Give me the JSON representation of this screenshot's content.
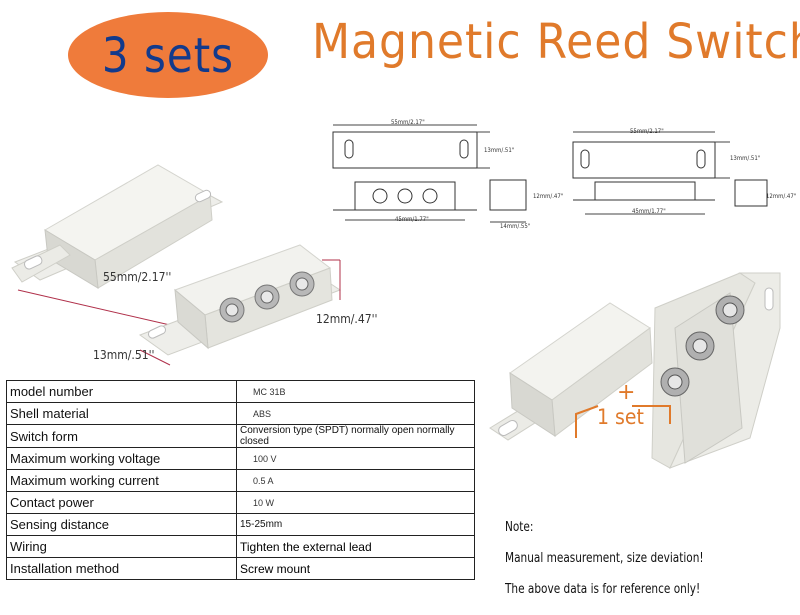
{
  "badge": {
    "text": "3 sets"
  },
  "title": "Magnetic Reed Switch",
  "photo_dims": {
    "length": "55mm/2.17''",
    "height": "12mm/.47''",
    "width": "13mm/.51''"
  },
  "drawing_dims": {
    "d55": "55mm/2.17\"",
    "d13": "13mm/.51\"",
    "d12": "12mm/.47\"",
    "d45": "45mm/1.77\"",
    "d14": "14mm/.55\""
  },
  "callout": {
    "plus": "+",
    "text": "1 set"
  },
  "spec_table": [
    {
      "key": "model number",
      "value": "MC 31B",
      "style": "small"
    },
    {
      "key": "Shell material",
      "value": "ABS",
      "style": "small"
    },
    {
      "key": "Switch form",
      "value": "Conversion type (SPDT) normally open normally closed",
      "style": "mid"
    },
    {
      "key": "Maximum working voltage",
      "value": "100 V",
      "style": "small"
    },
    {
      "key": "Maximum working current",
      "value": "0.5 A",
      "style": "small"
    },
    {
      "key": "Contact power",
      "value": "10 W",
      "style": "small"
    },
    {
      "key": "Sensing distance",
      "value": "15-25mm",
      "style": "mid"
    },
    {
      "key": "Wiring",
      "value": "Tighten the external lead",
      "style": "big"
    },
    {
      "key": "Installation method",
      "value": "Screw mount",
      "style": "big"
    }
  ],
  "notes": {
    "heading": "Note:",
    "line1": "Manual measurement, size deviation!",
    "line2": "The above data is for reference only!"
  },
  "colors": {
    "badge": "#ef7b3b",
    "badge_text": "#123a8c",
    "title": "#e07a2b"
  }
}
